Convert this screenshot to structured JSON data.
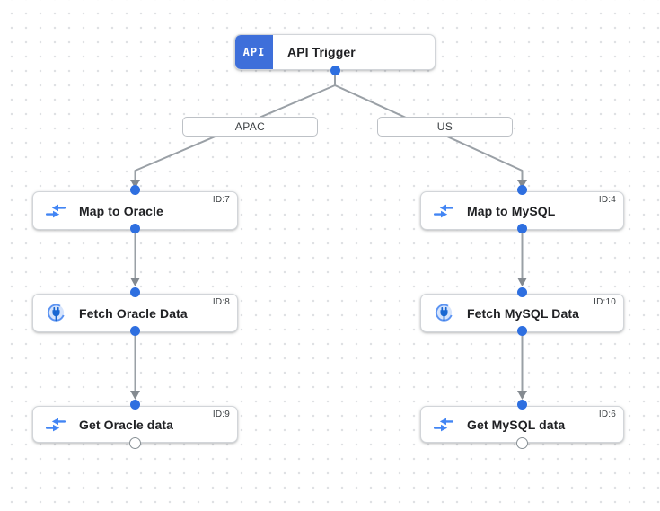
{
  "trigger": {
    "badge": "API",
    "label": "API Trigger"
  },
  "branches": [
    {
      "label": "APAC"
    },
    {
      "label": "US"
    }
  ],
  "nodes": [
    {
      "label": "Map to Oracle",
      "id": "ID:7"
    },
    {
      "label": "Fetch Oracle Data",
      "id": "ID:8"
    },
    {
      "label": "Get Oracle data",
      "id": "ID:9"
    },
    {
      "label": "Map to MySQL",
      "id": "ID:4"
    },
    {
      "label": "Fetch MySQL Data",
      "id": "ID:10"
    },
    {
      "label": "Get MySQL data",
      "id": "ID:6"
    }
  ],
  "colors": {
    "trigger_badge_blue": "#3e6fda",
    "port_blue": "#2e6fe0",
    "edge_gray": "#9aa0a6",
    "icon_blue": "#4285f4",
    "icon_dark_blue": "#1967d2"
  }
}
